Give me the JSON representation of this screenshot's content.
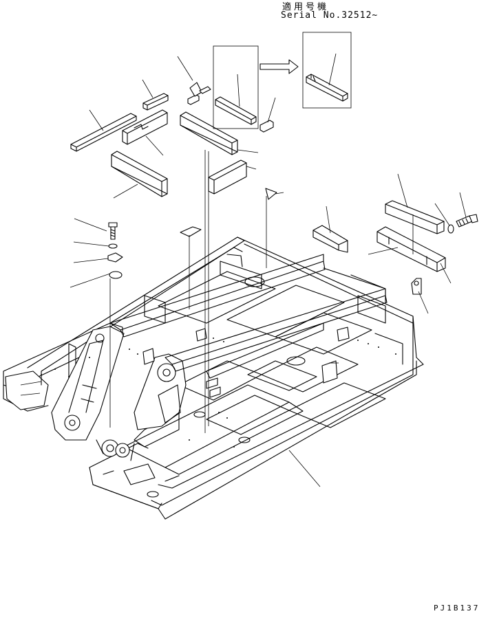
{
  "header": {
    "applicable_label": "適用号機",
    "serial_label": "Serial No.32512~"
  },
  "footer": {
    "drawing_code": "PJ1B137"
  },
  "icons": {
    "change_arrow": "right-arrow-icon"
  },
  "colors": {
    "ink": "#000000",
    "paper": "#ffffff"
  }
}
